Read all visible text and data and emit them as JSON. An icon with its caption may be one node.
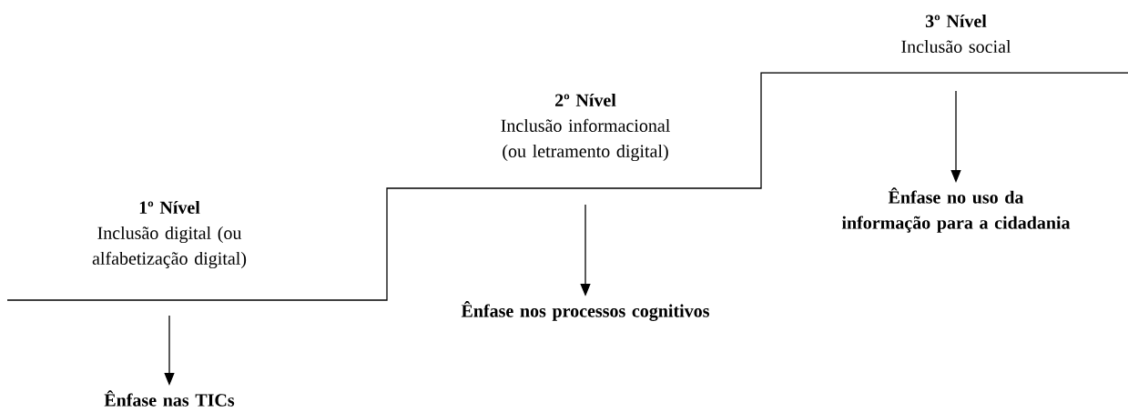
{
  "diagram": {
    "nodes": [
      {
        "text": [
          "1º Nível",
          "Inclusão digital (ou alfabetização digital)"
        ]
      },
      {
        "text": [
          "Ênfase nas TICs"
        ]
      },
      {
        "text": [
          "2º Nível",
          "Inclusão informacional (ou letramento digital)"
        ]
      },
      {
        "text": [
          "Ênfase nos processos cognitivos"
        ]
      },
      {
        "text": [
          "3º Nível",
          "Inclusão social"
        ]
      },
      {
        "text": [
          "Ênfase no uso da informação para a cidadania"
        ]
      }
    ],
    "edges": [
      {
        "from": 0,
        "to": 1,
        "arrow": "to"
      },
      {
        "from": 2,
        "to": 3,
        "arrow": "to"
      },
      {
        "from": 4,
        "to": 5,
        "arrow": "to"
      }
    ]
  }
}
